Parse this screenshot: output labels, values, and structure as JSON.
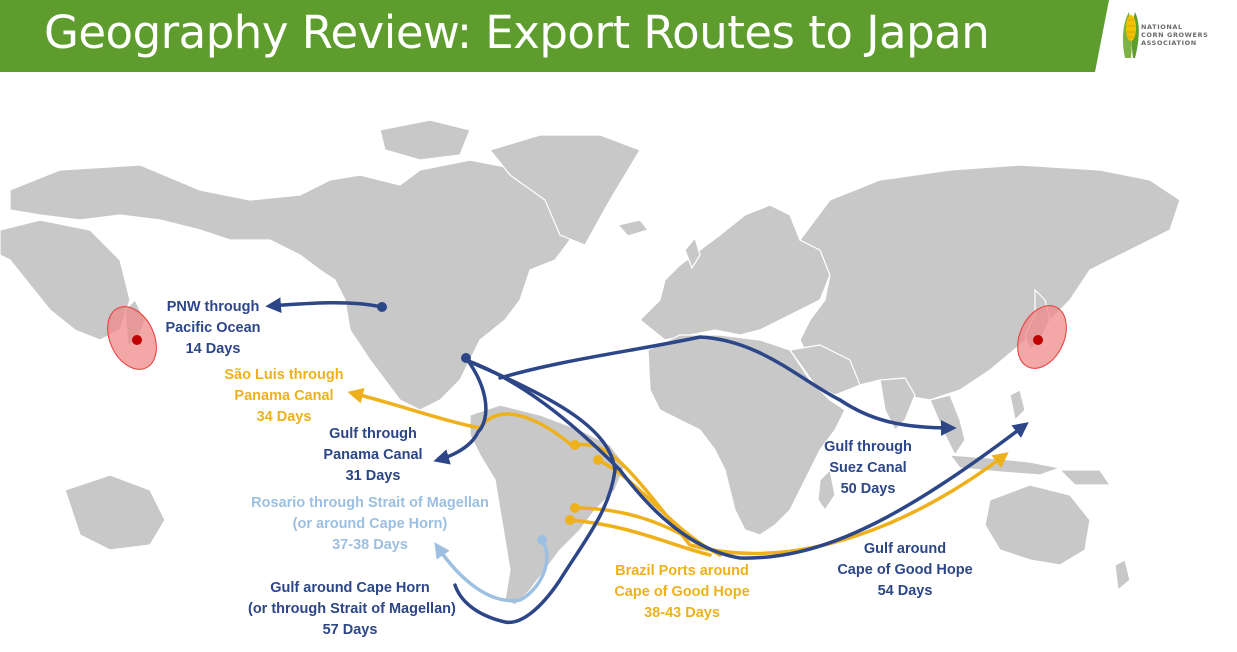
{
  "header": {
    "title": "Geography Review: Export Routes to Japan",
    "bar_color": "#5e9c2e"
  },
  "logo": {
    "org_lines": [
      "NATIONAL",
      "CORN GROWERS",
      "ASSOCIATION"
    ]
  },
  "colors": {
    "land": "#c8c8c8",
    "land_outline": "#ffffff",
    "route_gulf_pnw": "#2c4687",
    "route_brazil": "#eeb11c",
    "route_rosario": "#9dbfe1",
    "japan_highlight": "#f08a8a"
  },
  "routes": [
    {
      "id": "pnw",
      "lines": [
        "PNW through",
        "Pacific Ocean",
        "14 Days"
      ]
    },
    {
      "id": "sao-luis",
      "lines": [
        "São Luis through",
        "Panama Canal",
        "34 Days"
      ]
    },
    {
      "id": "gulf-panama",
      "lines": [
        "Gulf through",
        "Panama Canal",
        "31 Days"
      ]
    },
    {
      "id": "rosario",
      "lines": [
        "Rosario through Strait of Magellan",
        "(or around Cape Horn)",
        "37-38 Days"
      ]
    },
    {
      "id": "gulf-cape-horn",
      "lines": [
        "Gulf around Cape Horn",
        "(or through Strait of Magellan)",
        "57 Days"
      ]
    },
    {
      "id": "brazil-good-hope",
      "lines": [
        "Brazil Ports around",
        "Cape of Good Hope",
        "38-43 Days"
      ]
    },
    {
      "id": "gulf-suez",
      "lines": [
        "Gulf through",
        "Suez Canal",
        "50 Days"
      ]
    },
    {
      "id": "gulf-good-hope",
      "lines": [
        "Gulf around",
        "Cape of Good Hope",
        "54 Days"
      ]
    }
  ]
}
